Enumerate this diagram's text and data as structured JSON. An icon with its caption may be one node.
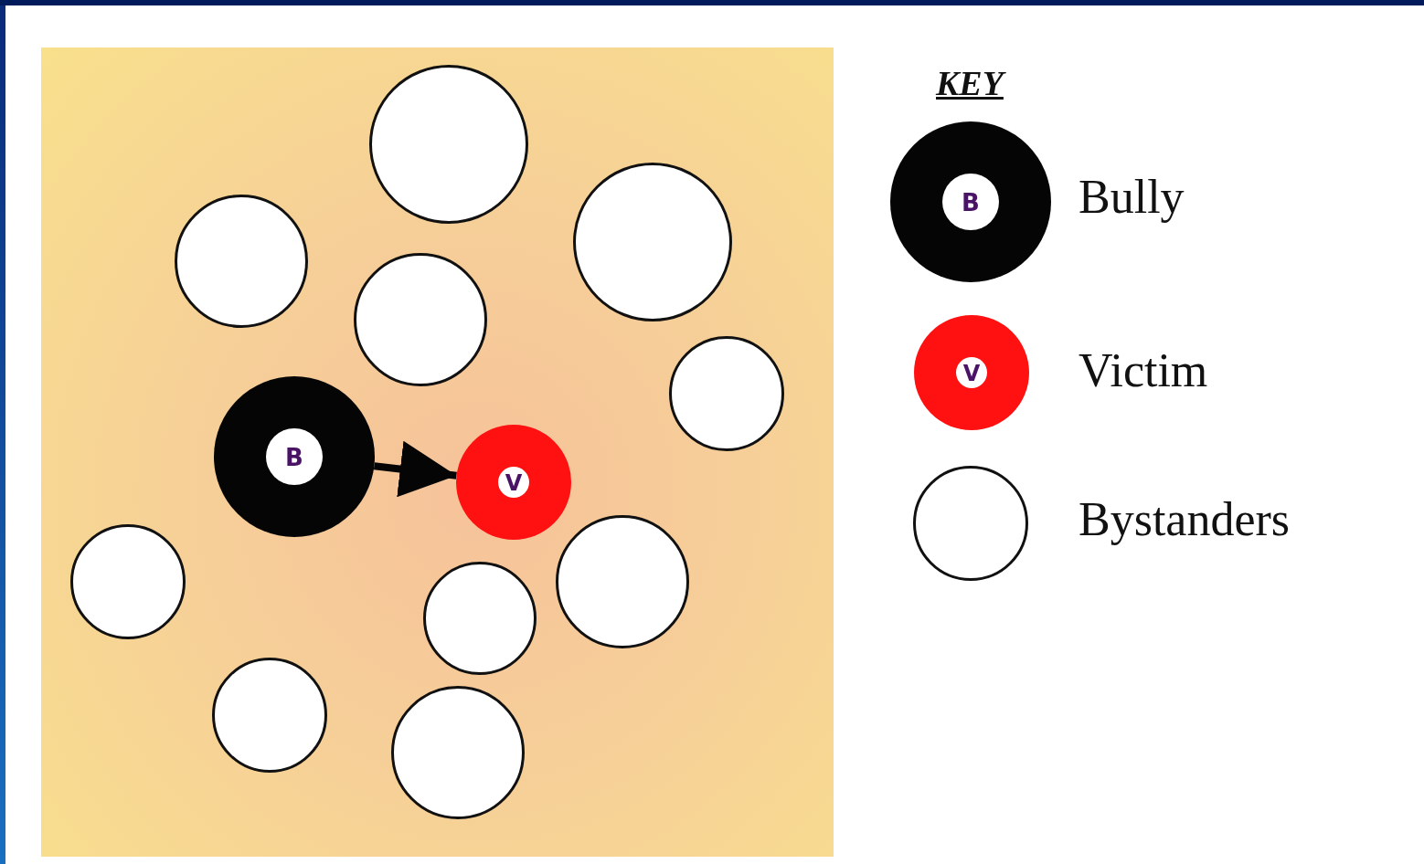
{
  "diagram": {
    "nodes": [
      {
        "text": [],
        "shape": "circle"
      },
      {
        "text": [],
        "shape": "circle"
      },
      {
        "text": [],
        "shape": "circle"
      },
      {
        "text": [],
        "shape": "circle"
      },
      {
        "text": [],
        "shape": "circle"
      },
      {
        "text": [
          "B"
        ]
      },
      {
        "text": [
          "V"
        ]
      },
      {
        "text": [],
        "shape": "circle"
      },
      {
        "text": [],
        "shape": "circle"
      },
      {
        "text": [],
        "shape": "circle"
      },
      {
        "text": [],
        "shape": "circle"
      },
      {
        "text": [],
        "shape": "circle"
      }
    ],
    "edges": [
      {
        "from": 5,
        "to": 6,
        "arrow": "to"
      }
    ],
    "labels": [
      "KEY",
      "B",
      "V"
    ],
    "legend": [
      {
        "text": "Bully"
      },
      {
        "text": "Victim"
      },
      {
        "text": "Bystanders"
      }
    ]
  }
}
